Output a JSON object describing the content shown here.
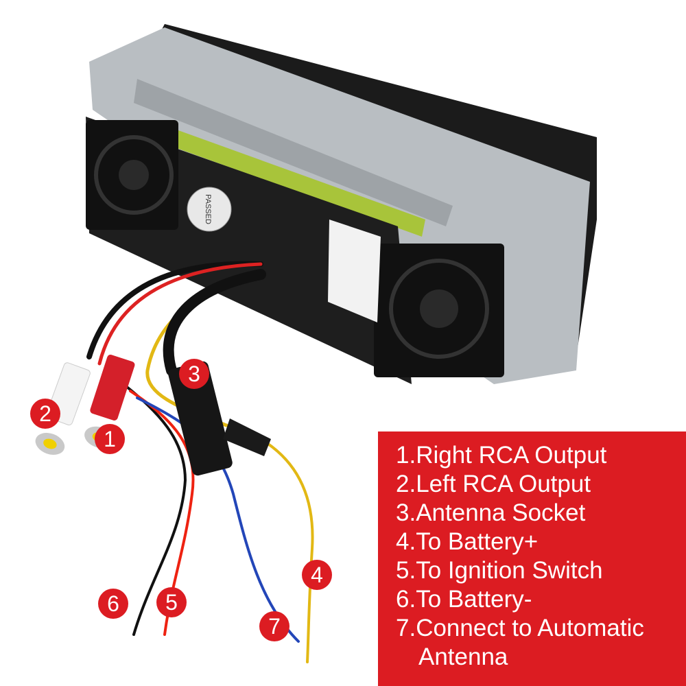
{
  "colors": {
    "accent": "#dc1c22",
    "callout_text": "#ffffff"
  },
  "callouts": [
    "1",
    "2",
    "3",
    "4",
    "5",
    "6",
    "7"
  ],
  "legend": {
    "items": [
      {
        "label": "1.Right RCA Output"
      },
      {
        "label": "2.Left RCA Output"
      },
      {
        "label": "3.Antenna Socket"
      },
      {
        "label": "4.To Battery+"
      },
      {
        "label": "5.To Ignition Switch"
      },
      {
        "label": "6.To Battery-"
      },
      {
        "label": "7.Connect to Automatic",
        "continuation": "Antenna"
      }
    ]
  },
  "sticker": {
    "text": "PASSED"
  }
}
